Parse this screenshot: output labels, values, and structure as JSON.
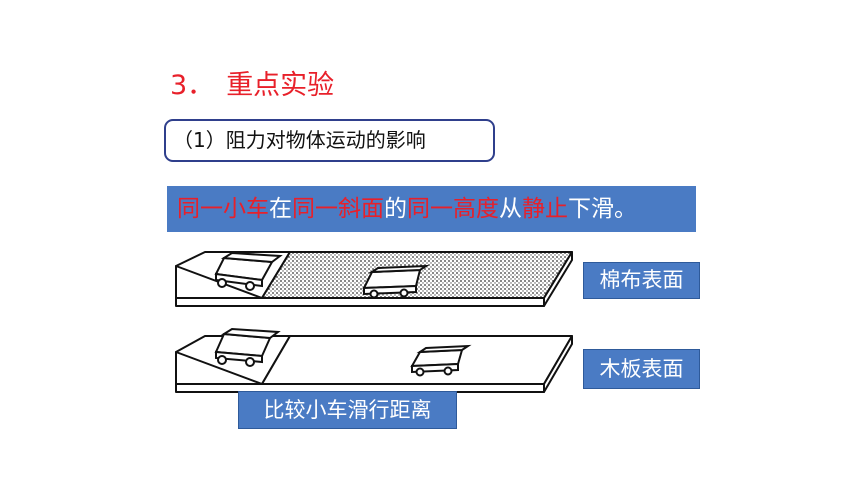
{
  "heading": {
    "number": "3．",
    "title": "重点实验"
  },
  "subhead": {
    "text": "（1）阻力对物体运动的影响"
  },
  "banner": {
    "segments": [
      {
        "text": "同一小车",
        "highlight": true
      },
      {
        "text": "在",
        "highlight": false
      },
      {
        "text": "同一斜面",
        "highlight": true
      },
      {
        "text": "的",
        "highlight": false
      },
      {
        "text": "同一高度",
        "highlight": true
      },
      {
        "text": "从",
        "highlight": false
      },
      {
        "text": "静止",
        "highlight": true
      },
      {
        "text": "下滑。",
        "highlight": false
      }
    ]
  },
  "labels": {
    "cloth": "棉布表面",
    "wood": "木板表面",
    "compare": "比较小车滑行距离"
  },
  "colors": {
    "heading": "#e8202a",
    "banner_bg": "#4a7bc4",
    "highlight": "#e8202a",
    "subhead_border": "#2f3f8c"
  }
}
